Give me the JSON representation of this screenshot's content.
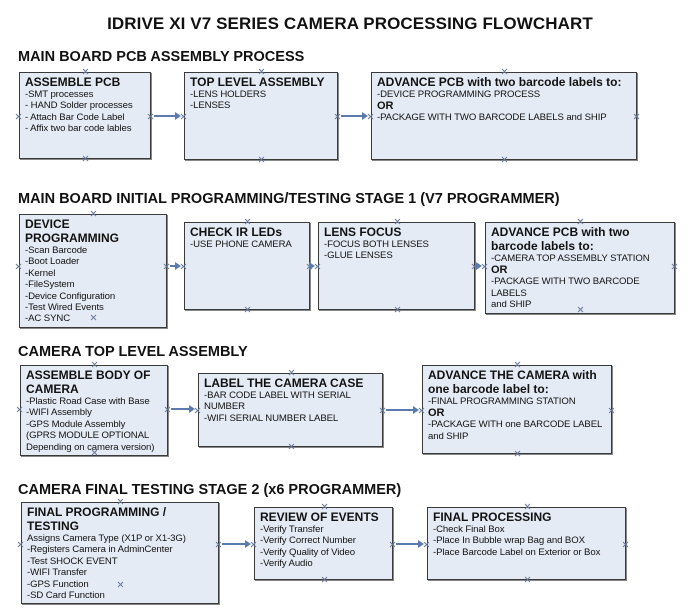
{
  "title": "IDRIVE XI V7 SERIES CAMERA PROCESSING FLOWCHART",
  "sections": [
    {
      "heading": "MAIN BOARD PCB ASSEMBLY PROCESS",
      "boxes": [
        {
          "title": "ASSEMBLE PCB",
          "lines": [
            {
              "text": " -SMT processes"
            },
            {
              "text": "- HAND Solder processes"
            },
            {
              "text": "- Attach Bar Code Label"
            },
            {
              "text": "- Affix two bar code lables"
            }
          ]
        },
        {
          "title": "TOP LEVEL ASSEMBLY",
          "lines": [
            {
              "text": "-LENS HOLDERS"
            },
            {
              "text": "-LENSES"
            }
          ]
        },
        {
          "title": "ADVANCE PCB with two barcode labels to:",
          "lines": [
            {
              "text": "-DEVICE PROGRAMMING PROCESS"
            },
            {
              "text": "OR",
              "bold": true
            },
            {
              "text": "-PACKAGE WITH TWO BARCODE LABELS and SHIP"
            }
          ]
        }
      ]
    },
    {
      "heading": "MAIN BOARD INITIAL PROGRAMMING/TESTING STAGE 1 (V7 PROGRAMMER)",
      "boxes": [
        {
          "title": "DEVICE PROGRAMMING",
          "lines": [
            {
              "text": "-Scan Barcode"
            },
            {
              "text": "-Boot Loader"
            },
            {
              "text": "-Kernel"
            },
            {
              "text": "-FileSystem"
            },
            {
              "text": "-Device Configuration"
            },
            {
              "text": "-Test Wired Events"
            },
            {
              "text": "-AC SYNC"
            }
          ]
        },
        {
          "title": "CHECK IR LEDs",
          "lines": [
            {
              "text": "-USE PHONE CAMERA"
            }
          ]
        },
        {
          "title": "LENS FOCUS",
          "lines": [
            {
              "text": "-FOCUS BOTH LENSES"
            },
            {
              "text": "-GLUE LENSES"
            }
          ]
        },
        {
          "title": "ADVANCE PCB with two barcode labels to:",
          "lines": [
            {
              "text": "-CAMERA TOP ASSEMBLY STATION"
            },
            {
              "text": "OR",
              "bold": true
            },
            {
              "text": "-PACKAGE WITH TWO BARCODE LABELS"
            },
            {
              "text": "and SHIP"
            }
          ]
        }
      ]
    },
    {
      "heading": "CAMERA TOP LEVEL ASSEMBLY",
      "boxes": [
        {
          "title": "ASSEMBLE BODY OF CAMERA",
          "lines": [
            {
              "text": "-Plastic Road Case with Base"
            },
            {
              "text": "-WIFI Assembly"
            },
            {
              "text": "-GPS Module Assembly"
            },
            {
              "text": "(GPRS MODULE OPTIONAL"
            },
            {
              "text": "Depending on camera version)"
            }
          ]
        },
        {
          "title": "LABEL THE CAMERA CASE",
          "lines": [
            {
              "text": "-BAR CODE LABEL WITH SERIAL NUMBER"
            },
            {
              "text": "-WIFI SERIAL NUMBER LABEL"
            }
          ]
        },
        {
          "title": "ADVANCE THE CAMERA with one barcode label to:",
          "lines": [
            {
              "text": "-FINAL PROGRAMMING STATION"
            },
            {
              "text": " OR",
              "bold": true
            },
            {
              "text": "-PACKAGE WITH one BARCODE LABEL"
            },
            {
              "text": "and SHIP"
            }
          ]
        }
      ]
    },
    {
      "heading": "CAMERA FINAL TESTING STAGE 2 (x6 PROGRAMMER)",
      "boxes": [
        {
          "title": "FINAL PROGRAMMING / TESTING",
          "lines": [
            {
              "text": "Assigns Camera Type (X1P or X1-3G)"
            },
            {
              "text": "-Registers Camera in AdminCenter"
            },
            {
              "text": "-Test SHOCK EVENT"
            },
            {
              "text": "-WIFI Transfer"
            },
            {
              "text": "-GPS Function"
            },
            {
              "text": "-SD Card Function"
            }
          ]
        },
        {
          "title": "REVIEW OF EVENTS",
          "lines": [
            {
              "text": "-Verify Transfer"
            },
            {
              "text": "-Verify Correct Number"
            },
            {
              "text": "-Verify Quality of Video"
            },
            {
              "text": "-Verify Audio"
            }
          ]
        },
        {
          "title": "FINAL PROCESSING",
          "lines": [
            {
              "text": " -Check Final Box"
            },
            {
              "text": "-Place In Bubble wrap Bag and BOX"
            },
            {
              "text": "-Place Barcode Label on Exterior or Box"
            }
          ]
        }
      ]
    }
  ],
  "colors": {
    "box_fill": "#e5ebf5",
    "box_border": "#3a3a3a",
    "arrow": "#5b7bb0"
  }
}
